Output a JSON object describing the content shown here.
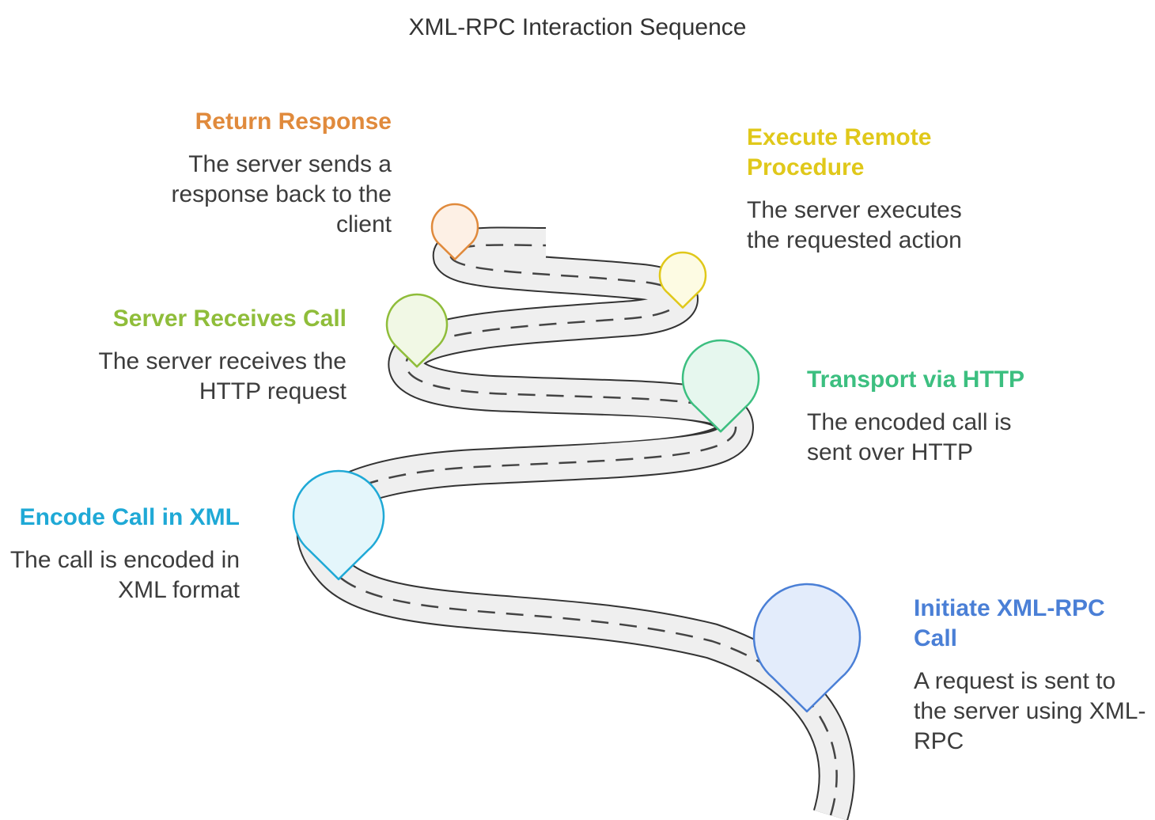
{
  "title": "XML-RPC Interaction Sequence",
  "colors": {
    "road_fill": "#efefef",
    "road_edge": "#333333",
    "dash": "#444444"
  },
  "steps": [
    {
      "id": "initiate",
      "heading": "Initiate XML-RPC Call",
      "description": "A request is sent to the server using XML-RPC",
      "color": "#4a7fd6",
      "fill": "#e3ecfb",
      "icon": "map-pin-icon"
    },
    {
      "id": "encode",
      "heading": "Encode Call in XML",
      "description": "The call is encoded in XML format",
      "color": "#1fa9d6",
      "fill": "#e4f6fb",
      "icon": "map-pin-icon"
    },
    {
      "id": "transport",
      "heading": "Transport via HTTP",
      "description": "The encoded call is sent over HTTP",
      "color": "#3cbf80",
      "fill": "#e6f7ee",
      "icon": "map-pin-icon"
    },
    {
      "id": "server-receives",
      "heading": "Server Receives Call",
      "description": "The server receives the HTTP request",
      "color": "#8fbd3a",
      "fill": "#f1f8e5",
      "icon": "map-pin-icon"
    },
    {
      "id": "execute",
      "heading": "Execute Remote Procedure",
      "description": "The server executes the requested action",
      "color": "#e0c81a",
      "fill": "#fdfbe3",
      "icon": "map-pin-icon"
    },
    {
      "id": "return",
      "heading": "Return Response",
      "description": "The server sends a response back to the client",
      "color": "#e08a3c",
      "fill": "#fdf0e5",
      "icon": "map-pin-icon"
    }
  ]
}
